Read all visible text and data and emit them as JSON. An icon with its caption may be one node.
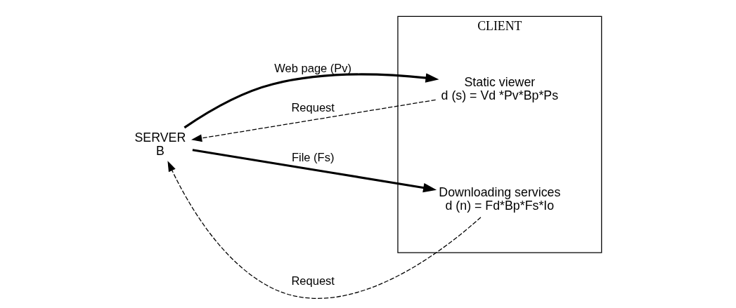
{
  "diagram": {
    "nodes": [
      {
        "text": [
          "SERVER",
          "B"
        ]
      },
      {
        "text": [
          "CLIENT"
        ]
      },
      {
        "text": [
          "Static viewer",
          "d (s) = Vd *Pv*Bp*Ps"
        ],
        "in": 1
      },
      {
        "text": [
          "Downloading services",
          "d (n) = Fd*Bp*Fs*Io"
        ],
        "in": 1
      }
    ],
    "edges": [
      {
        "from": 0,
        "to": 2,
        "arrow": "to",
        "label": "Web page (Pv)",
        "style": "thick"
      },
      {
        "from": 2,
        "to": 0,
        "arrow": "to",
        "label": "Request",
        "style": "dashed"
      },
      {
        "from": 3,
        "to": 0,
        "arrow": "to",
        "label": "Request",
        "style": "dashed"
      },
      {
        "from": 0,
        "to": 3,
        "arrow": "to",
        "label": "File (Fs)",
        "style": "thick"
      }
    ]
  }
}
